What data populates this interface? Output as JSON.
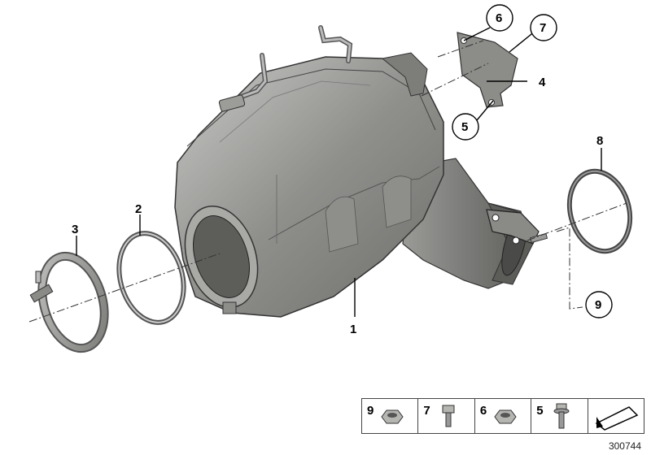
{
  "callouts": {
    "c1": "1",
    "c2": "2",
    "c3": "3",
    "c4": "4",
    "c5": "5",
    "c6": "6",
    "c7": "7",
    "c8": "8",
    "c9": "9"
  },
  "parts_strip": [
    {
      "num": "9",
      "icon": "hex-nut-icon"
    },
    {
      "num": "7",
      "icon": "hex-bolt-icon"
    },
    {
      "num": "6",
      "icon": "hex-nut-icon"
    },
    {
      "num": "5",
      "icon": "flange-bolt-icon"
    },
    {
      "num": "",
      "icon": "arrow-indicator-icon"
    }
  ],
  "diagram_id": "300744"
}
